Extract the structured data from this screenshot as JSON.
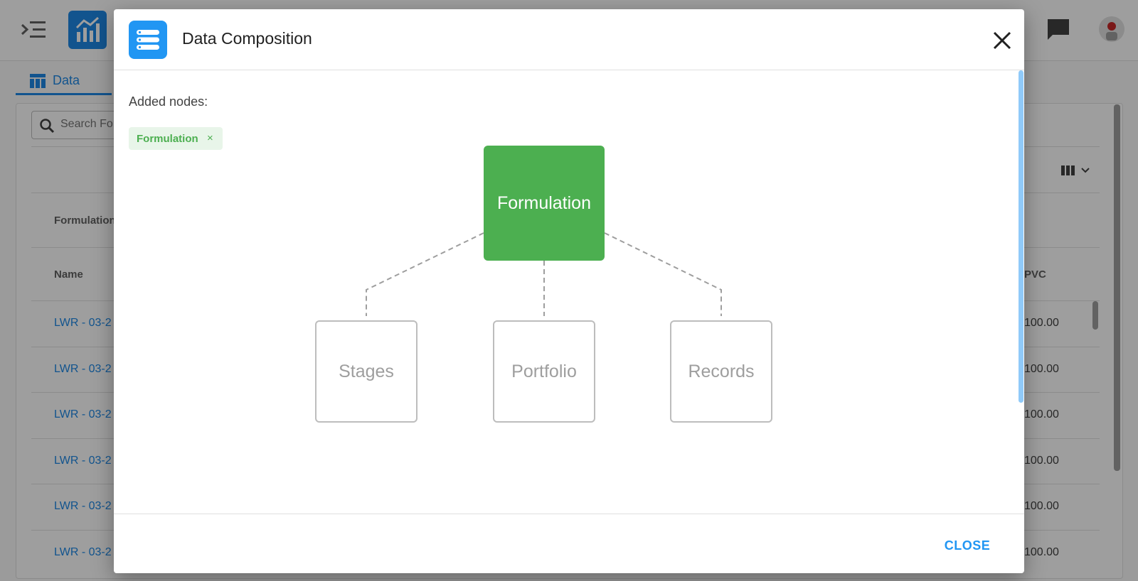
{
  "app": {
    "tab_label": "Data",
    "search_placeholder": "Search Formulations",
    "group_header": "Formulation",
    "column_name": "Name",
    "column_pvc": "PVC",
    "rows": [
      {
        "name": "LWR - 03-2",
        "pvc": "100.00"
      },
      {
        "name": "LWR - 03-2",
        "pvc": "100.00"
      },
      {
        "name": "LWR - 03-2",
        "pvc": "100.00"
      },
      {
        "name": "LWR - 03-2",
        "pvc": "100.00"
      },
      {
        "name": "LWR - 03-2",
        "pvc": "100.00"
      },
      {
        "name": "LWR - 03-2",
        "pvc": "100.00"
      }
    ]
  },
  "dialog": {
    "title": "Data Composition",
    "added_nodes_label": "Added nodes:",
    "chips": [
      {
        "label": "Formulation",
        "remove": "×"
      }
    ],
    "diagram": {
      "root": "Formulation",
      "children": [
        "Stages",
        "Portfolio",
        "Records"
      ]
    },
    "close_label": "CLOSE"
  },
  "colors": {
    "primary": "#2196f3",
    "node_active": "#4caf50",
    "node_inactive_border": "#bdbdbd",
    "chip_bg": "#e8f5e9"
  }
}
